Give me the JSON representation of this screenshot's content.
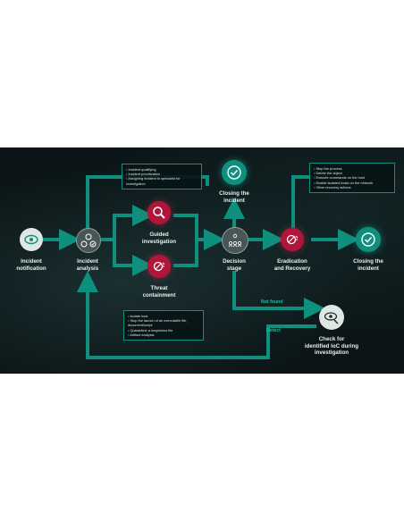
{
  "nodes": {
    "incident_notification": "Incident\nnotification",
    "incident_analysis": "Incident\nanalysis",
    "guided_investigation": "Guided\ninvestigation",
    "threat_containment": "Threat\ncontainment",
    "closing_top": "Closing the\nincident",
    "decision_stage": "Decision\nstage",
    "eradication": "Eradication\nand Recovery",
    "closing_right": "Closing the\nincident",
    "check_ioc": "Check for\nidentified IoC during\ninvestigation"
  },
  "notes": {
    "analysis": [
      "Incident qualifying",
      "Incident prioritization",
      "Assigning incident to specialist for investigation"
    ],
    "containment": [
      "Isolate host",
      "Stop the launch of an executable file, document/script",
      "Quarantine a suspicious file",
      "Artifact analysis"
    ],
    "eradication": [
      "Stop the process",
      "Delete the object",
      "Execute commands on the host",
      "Enable isolated hosts on the network",
      "Other recovery actions"
    ]
  },
  "flow_labels": {
    "not_found": "Not found",
    "detect": "Detect"
  },
  "colors": {
    "teal": "#0f8f7e",
    "red": "#b0163a",
    "background": "#0b1517"
  },
  "icons": {
    "incident_notification": "eye-icon",
    "incident_analysis": "question-smile-check-icon",
    "guided_investigation": "magnifier-icon",
    "threat_containment": "shield-stop-icon",
    "closing_top": "checkmark-icon",
    "decision_stage": "people-group-icon",
    "eradication": "shield-stop-icon",
    "closing_right": "checkmark-icon",
    "check_ioc": "eye-search-icon"
  }
}
